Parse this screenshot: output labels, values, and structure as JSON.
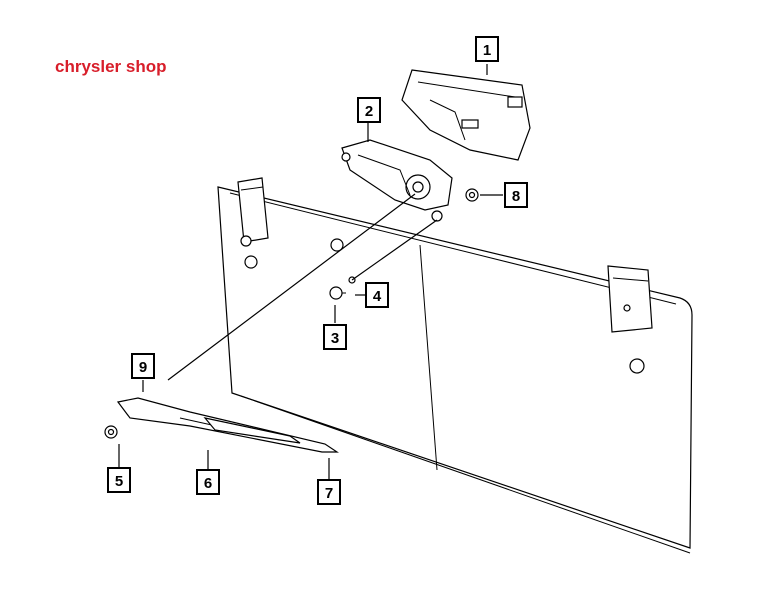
{
  "brand": {
    "label": "chrysler shop",
    "color": "#d81e2a"
  },
  "callouts": [
    {
      "id": "callout-1",
      "label": "1"
    },
    {
      "id": "callout-2",
      "label": "2"
    },
    {
      "id": "callout-3",
      "label": "3"
    },
    {
      "id": "callout-4",
      "label": "4"
    },
    {
      "id": "callout-5",
      "label": "5"
    },
    {
      "id": "callout-6",
      "label": "6"
    },
    {
      "id": "callout-7",
      "label": "7"
    },
    {
      "id": "callout-8",
      "label": "8"
    },
    {
      "id": "callout-9",
      "label": "9"
    }
  ]
}
